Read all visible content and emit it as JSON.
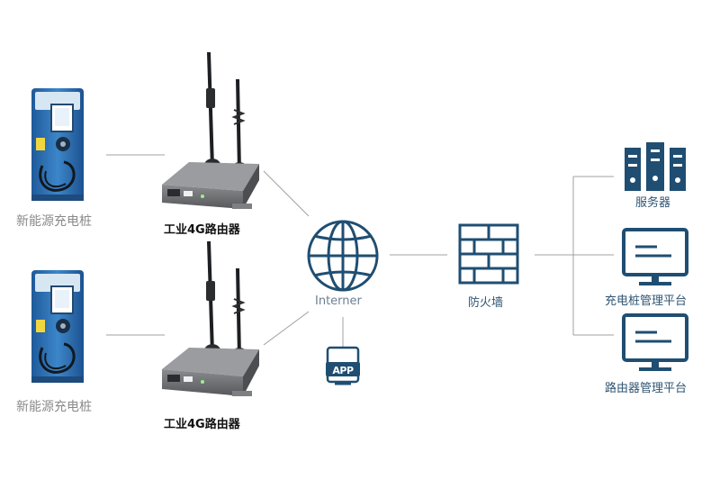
{
  "colors": {
    "accent": "#1f4e72",
    "line": "#9a9a9a",
    "device_body": "#6d6f72",
    "charger_blue": "#2f6fae"
  },
  "nodes": {
    "charger_top": {
      "label": "新能源充电桩",
      "icon": "ev-charger"
    },
    "charger_bottom": {
      "label": "新能源充电桩",
      "icon": "ev-charger"
    },
    "router_top": {
      "label": "工业4G路由器",
      "icon": "4g-router"
    },
    "router_bottom": {
      "label": "工业4G路由器",
      "icon": "4g-router"
    },
    "internet": {
      "label": "Interner",
      "icon": "globe-icon"
    },
    "app": {
      "label": "APP",
      "icon": "app-icon"
    },
    "firewall": {
      "label": "防火墙",
      "icon": "firewall-icon"
    },
    "server": {
      "label": "服务器",
      "icon": "server-icon"
    },
    "charge_platform": {
      "label": "充电桩管理平台",
      "icon": "monitor-icon"
    },
    "router_platform": {
      "label": "路由器管理平台",
      "icon": "monitor-icon"
    }
  }
}
